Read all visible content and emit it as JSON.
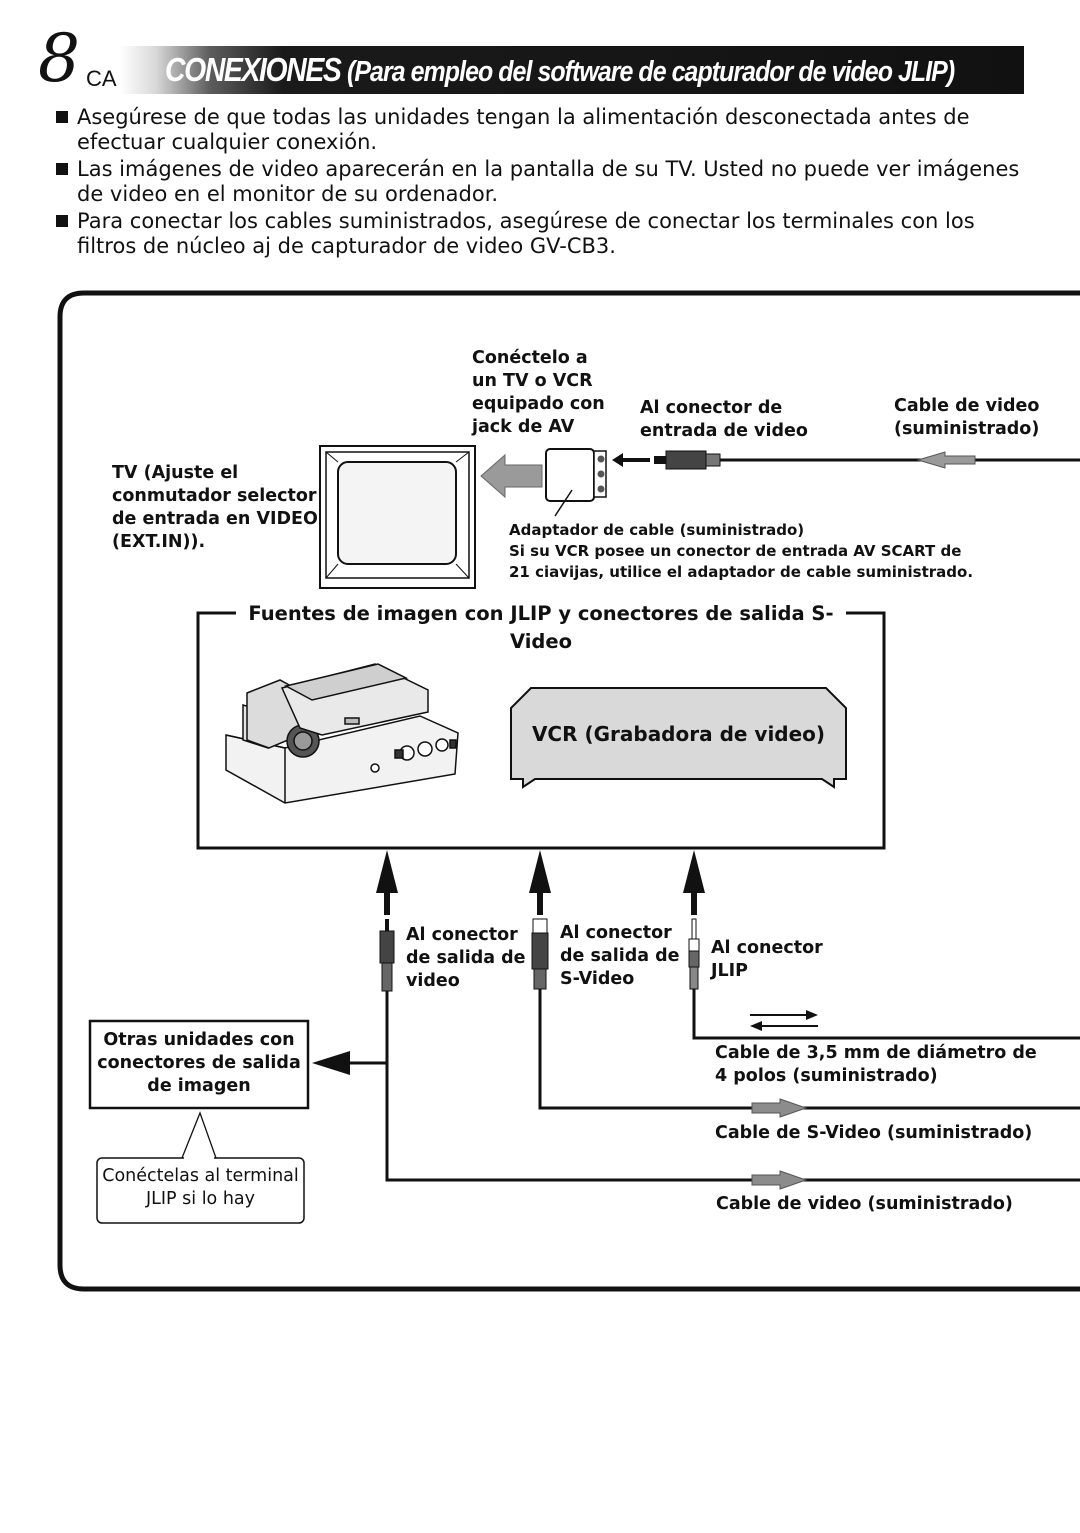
{
  "page": {
    "number": "8",
    "code": "CA"
  },
  "title": {
    "main": "CONEXIONES ",
    "sub": "(Para empleo del software de capturador de video JLIP)"
  },
  "bullets": [
    "Asegúrese de que todas las unidades tengan la alimentación desconectada antes de efectuar cualquier conexión.",
    "Las imágenes de video aparecerán en la pantalla de su TV. Usted no puede ver imágenes de video en el monitor de su ordenador.",
    "Para conectar los cables suministrados, asegúrese de conectar los terminales con los filtros de núcleo aj de capturador de video GV-CB3."
  ],
  "diagram": {
    "connect_tv": [
      "Conéctelo a",
      "un TV o VCR",
      "equipado con",
      "jack de AV"
    ],
    "video_input": [
      "Al conector de",
      "entrada de video"
    ],
    "video_cable_top": [
      "Cable de video",
      "(suministrado)"
    ],
    "tv_label": [
      "TV (Ajuste el",
      "conmutador selector",
      "de entrada en VIDEO",
      "(EXT.IN))."
    ],
    "adapter_note": [
      "Adaptador de cable (suministrado)",
      "Si su VCR posee un conector de entrada AV SCART de",
      "21 ciavijas, utilice el adaptador de cable suministrado."
    ],
    "sources_title": "Fuentes de imagen con JLIP y conectores de salida S-Video",
    "vcr_label": "VCR (Grabadora de video)",
    "video_out": [
      "Al conector",
      "de salida de",
      "video"
    ],
    "svideo_out": [
      "Al conector",
      "de salida de",
      "S-Video"
    ],
    "jlip_conn": [
      "Al conector",
      "JLIP"
    ],
    "other_units": [
      "Otras unidades con",
      "conectores de salida",
      "de imagen"
    ],
    "callout": [
      "Conéctelas al terminal",
      "JLIP si lo hay"
    ],
    "cable_jlip": [
      "Cable de 3,5 mm de diámetro de",
      "4 polos (suministrado)"
    ],
    "cable_svideo": "Cable de S-Video (suministrado)",
    "cable_video": "Cable de video (suministrado)"
  }
}
